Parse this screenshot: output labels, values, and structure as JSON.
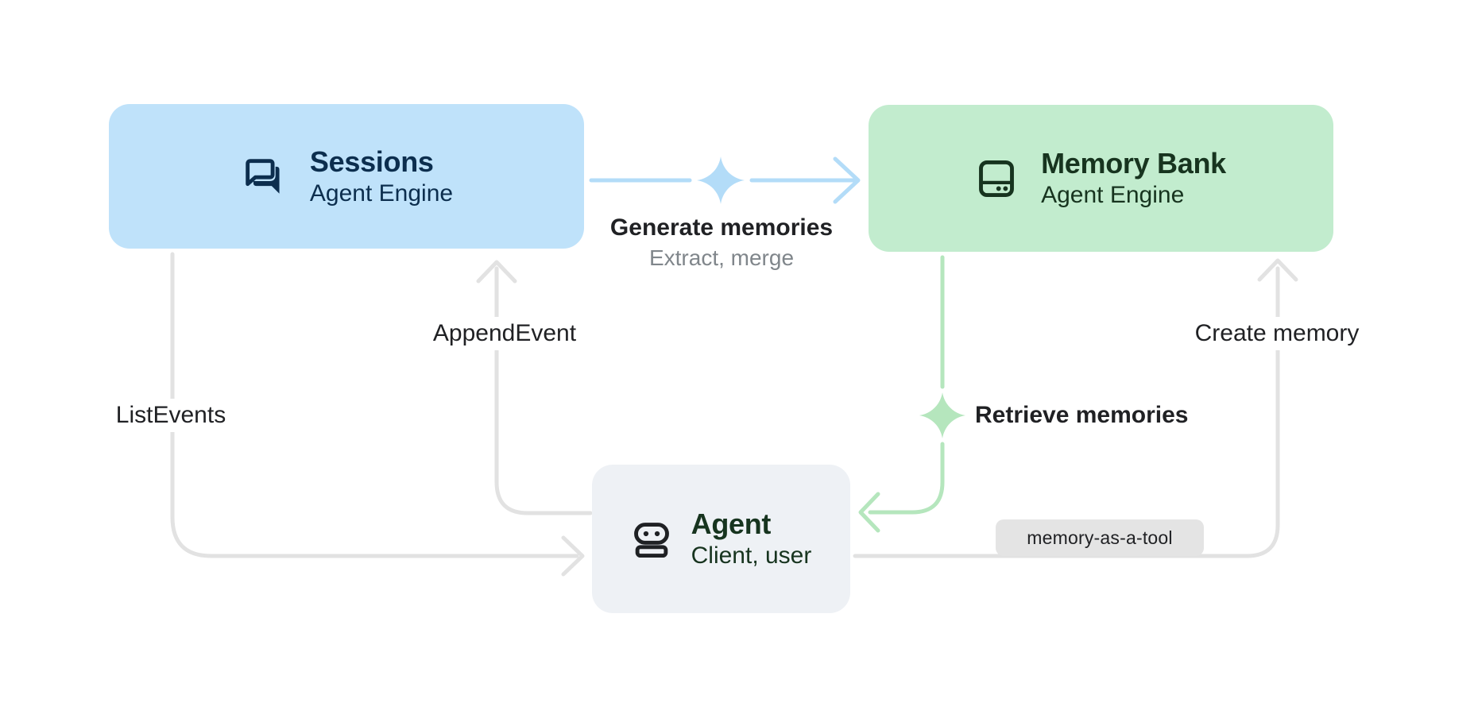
{
  "diagram": {
    "background": "#ffffff",
    "nodes": {
      "sessions": {
        "title": "Sessions",
        "subtitle": "Agent Engine",
        "icon": "chat-forum-icon",
        "bg": "#bfe2fa",
        "fg": "#0c2e4e"
      },
      "memory_bank": {
        "title": "Memory Bank",
        "subtitle": "Agent Engine",
        "icon": "storage-database-icon",
        "bg": "#c2ecce",
        "fg": "#17341f"
      },
      "agent": {
        "title": "Agent",
        "subtitle": "Client, user",
        "icon": "robot-icon",
        "bg": "#eef1f5",
        "fg": "#17341f",
        "icon_color": "#1f2124"
      }
    },
    "edges": {
      "generate_memories": {
        "label": "Generate memories",
        "sublabel": "Extract, merge",
        "from": "sessions",
        "to": "memory_bank",
        "color": "#b3dcf8",
        "icon": "sparkle-icon"
      },
      "append_event": {
        "label": "AppendEvent",
        "from": "agent",
        "to": "sessions",
        "color": "#e2e2e2"
      },
      "list_events": {
        "label": "ListEvents",
        "from": "sessions",
        "to": "agent",
        "color": "#e2e2e2"
      },
      "retrieve_memories": {
        "label": "Retrieve memories",
        "from": "memory_bank",
        "to": "agent",
        "color": "#b5e6bd",
        "icon": "sparkle-icon"
      },
      "create_memory": {
        "label": "Create memory",
        "from": "agent",
        "to": "memory_bank",
        "color": "#e2e2e2",
        "badge": "memory-as-a-tool"
      }
    },
    "colors": {
      "label": "#202124",
      "sublabel": "#80868b",
      "badge_bg": "#e4e4e4"
    }
  }
}
